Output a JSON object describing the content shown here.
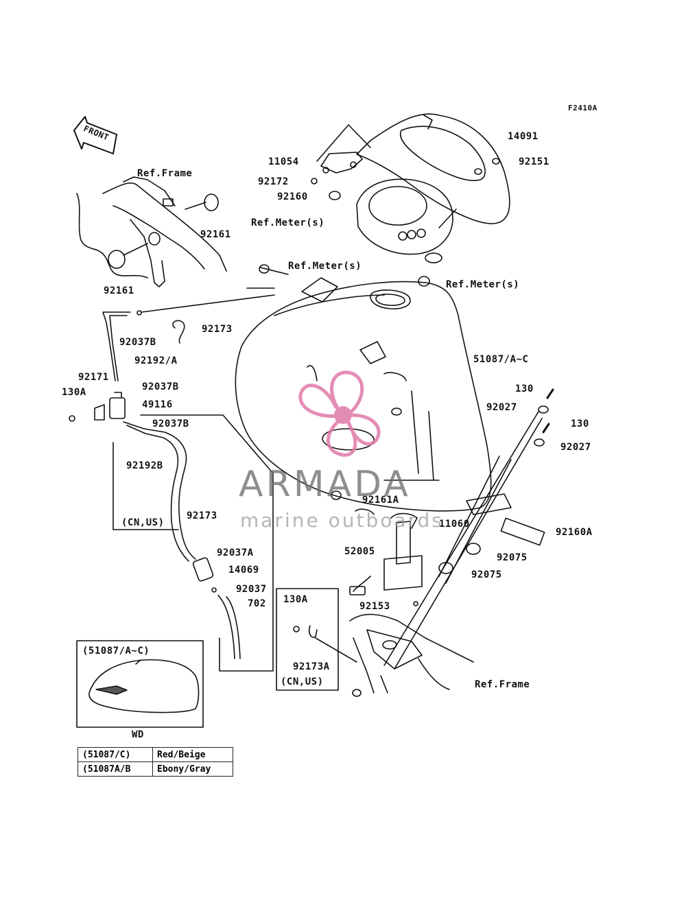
{
  "figure_id": "F2410A",
  "front_label": "FRONT",
  "parts": {
    "p14091": "14091",
    "p92151": "92151",
    "p11054": "11054",
    "p92172": "92172",
    "p92160": "92160",
    "ref_meter_1": "Ref.Meter(s)",
    "ref_meter_2": "Ref.Meter(s)",
    "ref_meter_3": "Ref.Meter(s)",
    "ref_frame_1": "Ref.Frame",
    "ref_frame_2": "Ref.Frame",
    "p92161_a": "92161",
    "p92161_b": "92161",
    "p92173_a": "92173",
    "p92037b_a": "92037B",
    "p92192a": "92192/A",
    "p51087": "51087/A~C",
    "p92171": "92171",
    "p92037b_b": "92037B",
    "p130a_a": "130A",
    "p49116": "49116",
    "p92037b_c": "92037B",
    "p130_a": "130",
    "p92027_a": "92027",
    "p130_b": "130",
    "p92027_b": "92027",
    "p92192b": "92192B",
    "p92161a": "92161A",
    "p92173_b": "92173",
    "p11060": "11060",
    "p92160a": "92160A",
    "cnus_a": "(CN,US)",
    "p92037a": "92037A",
    "p52005": "52005",
    "p92075_a": "92075",
    "p14069": "14069",
    "p92075_b": "92075",
    "p92037": "92037",
    "p702": "702",
    "p92153": "92153",
    "p130a_b": "130A",
    "p92173a": "92173A",
    "cnus_b": "(CN,US)"
  },
  "inset": {
    "title": "(51087/A~C)",
    "caption": "WD"
  },
  "color_table": [
    {
      "code": "(51087/C)",
      "color": "Red/Beige"
    },
    {
      "code": "(51087A/B",
      "color": "Ebony/Gray"
    }
  ],
  "watermark": {
    "brand": "ARMADA",
    "tagline": "marine outboards",
    "pink": "#e07aa8",
    "gray": "#7a7a7a"
  }
}
